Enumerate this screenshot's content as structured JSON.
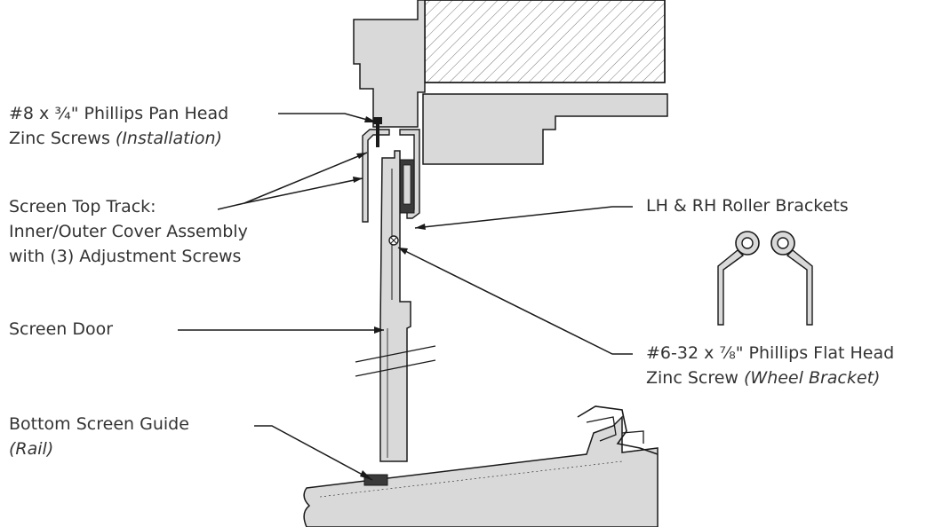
{
  "labels": {
    "pan_head_screws": {
      "line1": "#8 x ¾\" Phillips Pan Head",
      "line2_main": "Zinc Screws ",
      "line2_italic": "(Installation)"
    },
    "top_track": {
      "line1": "Screen Top Track:",
      "line2": "Inner/Outer Cover Assembly",
      "line3": "with (3) Adjustment Screws"
    },
    "screen_door": "Screen Door",
    "bottom_guide": {
      "line1": "Bottom Screen Guide",
      "line2": "(Rail)"
    },
    "roller_brackets": "LH & RH Roller Brackets",
    "flat_head_screw": {
      "line1": "#6-32 x ⅞\" Phillips Flat Head",
      "line2_main": "Zinc Screw ",
      "line2_italic": "(Wheel Bracket)"
    }
  },
  "colors": {
    "text": "#333333",
    "line": "#1a1a1a",
    "part_fill": "#d9d9d9",
    "dark_fill": "#3a3a3a"
  }
}
